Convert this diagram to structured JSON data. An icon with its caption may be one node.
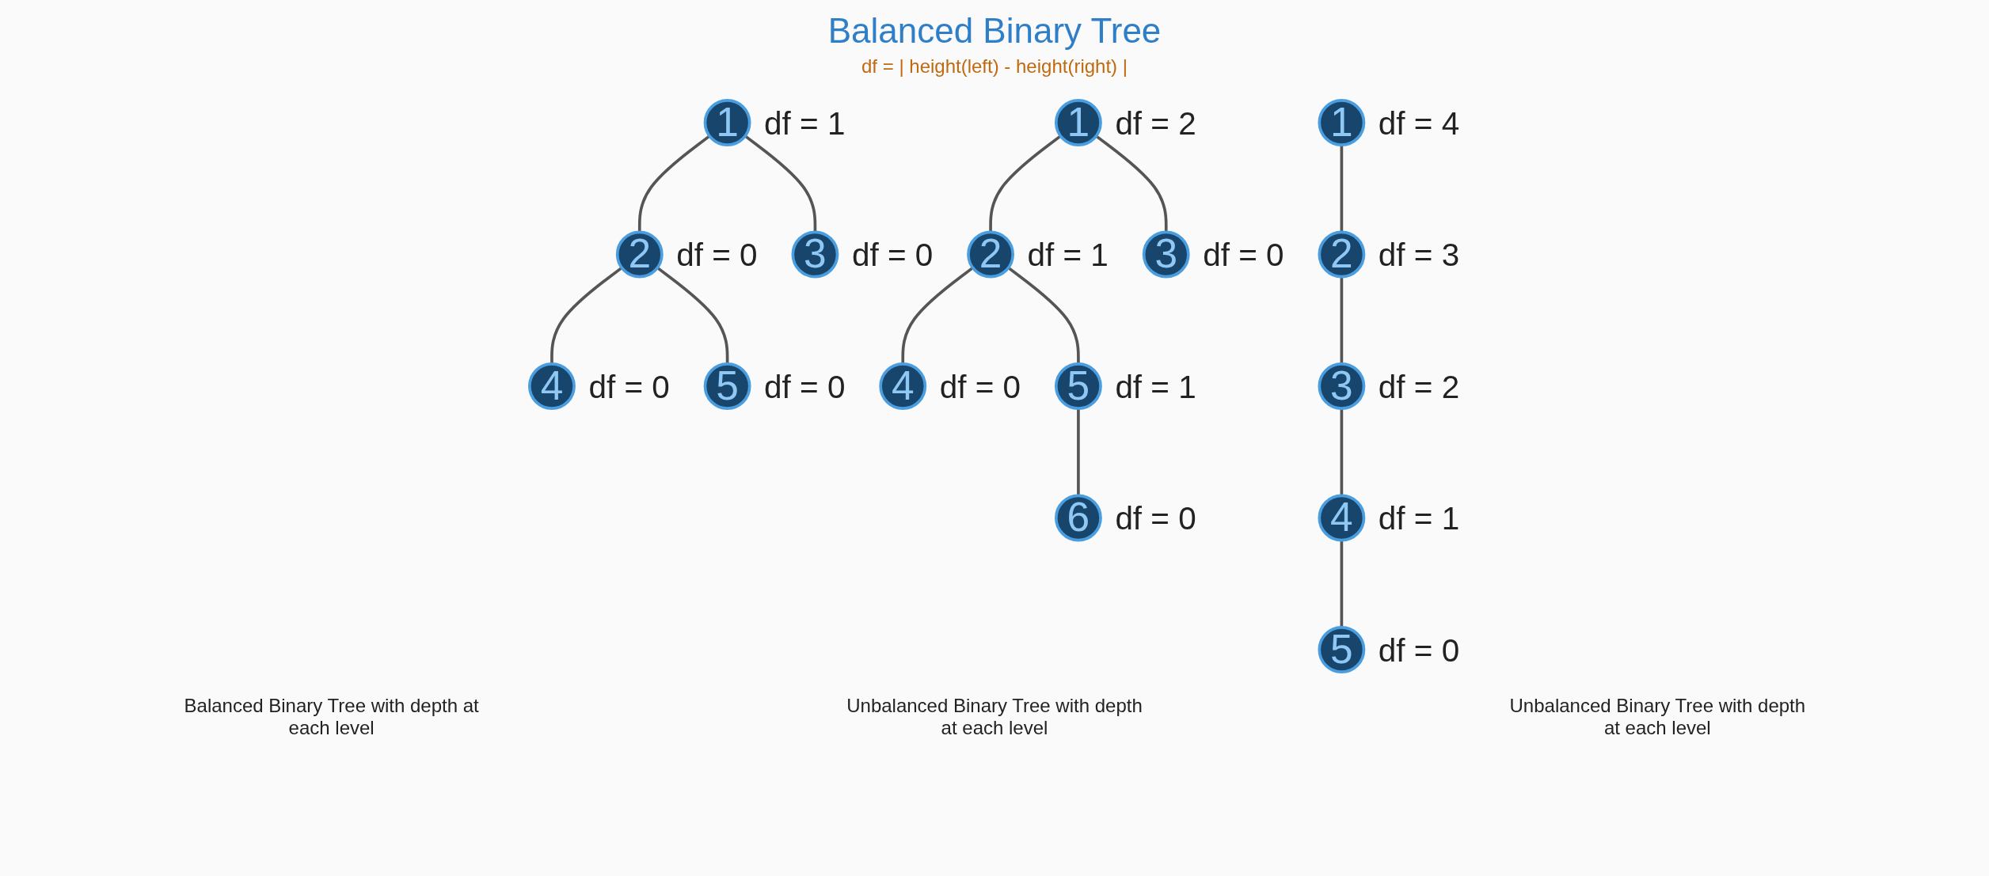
{
  "diagram": {
    "title": "Balanced Binary Tree",
    "nodes": [
      {
        "text": [
          "1"
        ],
        "beside": [
          "df = 1"
        ]
      },
      {
        "text": [
          "2"
        ],
        "beside": [
          "df = 0"
        ]
      },
      {
        "text": [
          "3"
        ],
        "beside": [
          "df = 0"
        ]
      },
      {
        "text": [
          "4"
        ],
        "beside": [
          "df = 0"
        ]
      },
      {
        "text": [
          "5"
        ],
        "beside": [
          "df = 0"
        ]
      },
      {
        "text": [
          "1"
        ],
        "beside": [
          "df = 2"
        ]
      },
      {
        "text": [
          "2"
        ],
        "beside": [
          "df = 1"
        ]
      },
      {
        "text": [
          "3"
        ],
        "beside": [
          "df = 0"
        ]
      },
      {
        "text": [
          "4"
        ],
        "beside": [
          "df = 0"
        ]
      },
      {
        "text": [
          "5"
        ],
        "beside": [
          "df = 1"
        ]
      },
      {
        "text": [
          "6"
        ],
        "beside": [
          "df = 0"
        ]
      },
      {
        "text": [
          "1"
        ],
        "beside": [
          "df = 4"
        ]
      },
      {
        "text": [
          "2"
        ],
        "beside": [
          "df = 3"
        ]
      },
      {
        "text": [
          "3"
        ],
        "beside": [
          "df = 2"
        ]
      },
      {
        "text": [
          "4"
        ],
        "beside": [
          "df = 1"
        ]
      },
      {
        "text": [
          "5"
        ],
        "beside": [
          "df = 0"
        ]
      }
    ],
    "edges": [
      {
        "from": 0,
        "to": 1,
        "arrow": "none"
      },
      {
        "from": 0,
        "to": 2,
        "arrow": "none"
      },
      {
        "from": 1,
        "to": 3,
        "arrow": "none"
      },
      {
        "from": 1,
        "to": 4,
        "arrow": "none"
      },
      {
        "from": 5,
        "to": 6,
        "arrow": "none"
      },
      {
        "from": 5,
        "to": 7,
        "arrow": "none"
      },
      {
        "from": 6,
        "to": 8,
        "arrow": "none"
      },
      {
        "from": 6,
        "to": 9,
        "arrow": "none"
      },
      {
        "from": 9,
        "to": 10,
        "arrow": "none"
      },
      {
        "from": 11,
        "to": 12,
        "arrow": "none"
      },
      {
        "from": 12,
        "to": 13,
        "arrow": "none"
      },
      {
        "from": 13,
        "to": 14,
        "arrow": "none"
      },
      {
        "from": 14,
        "to": 15,
        "arrow": "none"
      }
    ],
    "labels": [
      "df = | height(left) - height(right) |",
      "Balanced Binary Tree with depth at each level",
      "Unbalanced Binary Tree with depth at each level",
      "Unbalanced Binary Tree with depth at each level"
    ]
  }
}
